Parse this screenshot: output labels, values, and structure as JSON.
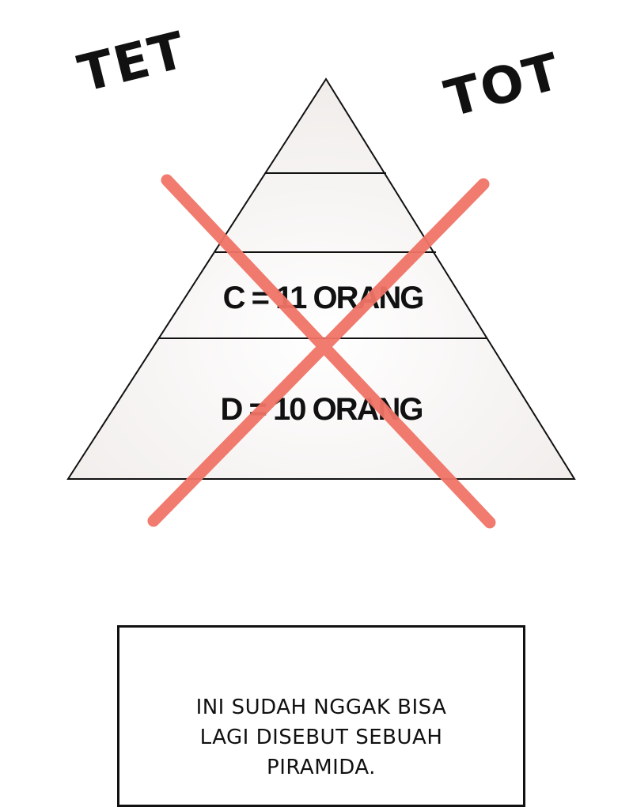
{
  "sound_effects": {
    "left": "TET",
    "right": "TOT"
  },
  "pyramid": {
    "levels": [
      {
        "label": ""
      },
      {
        "label": ""
      },
      {
        "label": "C = 11 ORANG"
      },
      {
        "label": "D = 10 ORANG"
      }
    ],
    "cross_color": "#f07467",
    "fill_color": "#f7f5f4",
    "struck_out": true
  },
  "caption": {
    "lines": [
      "INI SUDAH NGGAK BISA",
      "LAGI DISEBUT SEBUAH",
      "PIRAMIDA."
    ]
  }
}
